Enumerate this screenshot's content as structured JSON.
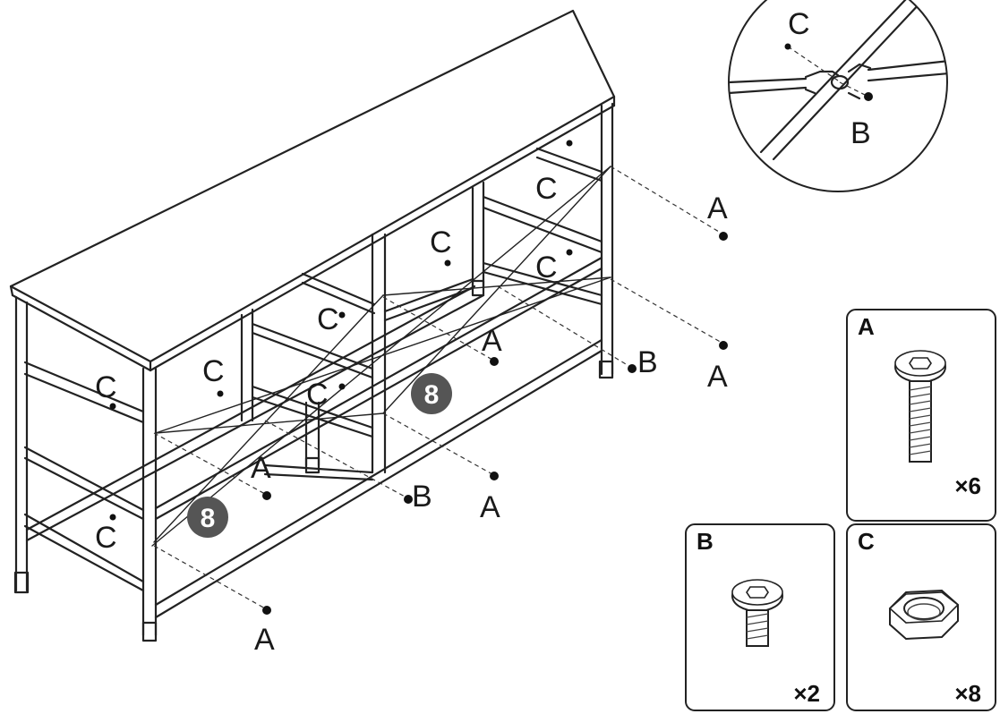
{
  "callouts": [
    {
      "id": "A",
      "label": "A"
    },
    {
      "id": "B",
      "label": "B"
    },
    {
      "id": "C",
      "label": "C"
    }
  ],
  "step_badge": "8",
  "detail_labels": {
    "nut": "C",
    "bolt": "B"
  },
  "parts": [
    {
      "id": "A",
      "label": "A",
      "quantity": "×6",
      "icon": "long-bolt-icon"
    },
    {
      "id": "B",
      "label": "B",
      "quantity": "×2",
      "icon": "short-bolt-icon"
    },
    {
      "id": "C",
      "label": "C",
      "quantity": "×8",
      "icon": "hex-nut-icon"
    }
  ],
  "colors": {
    "line": "#222222",
    "badge": "#555555"
  }
}
